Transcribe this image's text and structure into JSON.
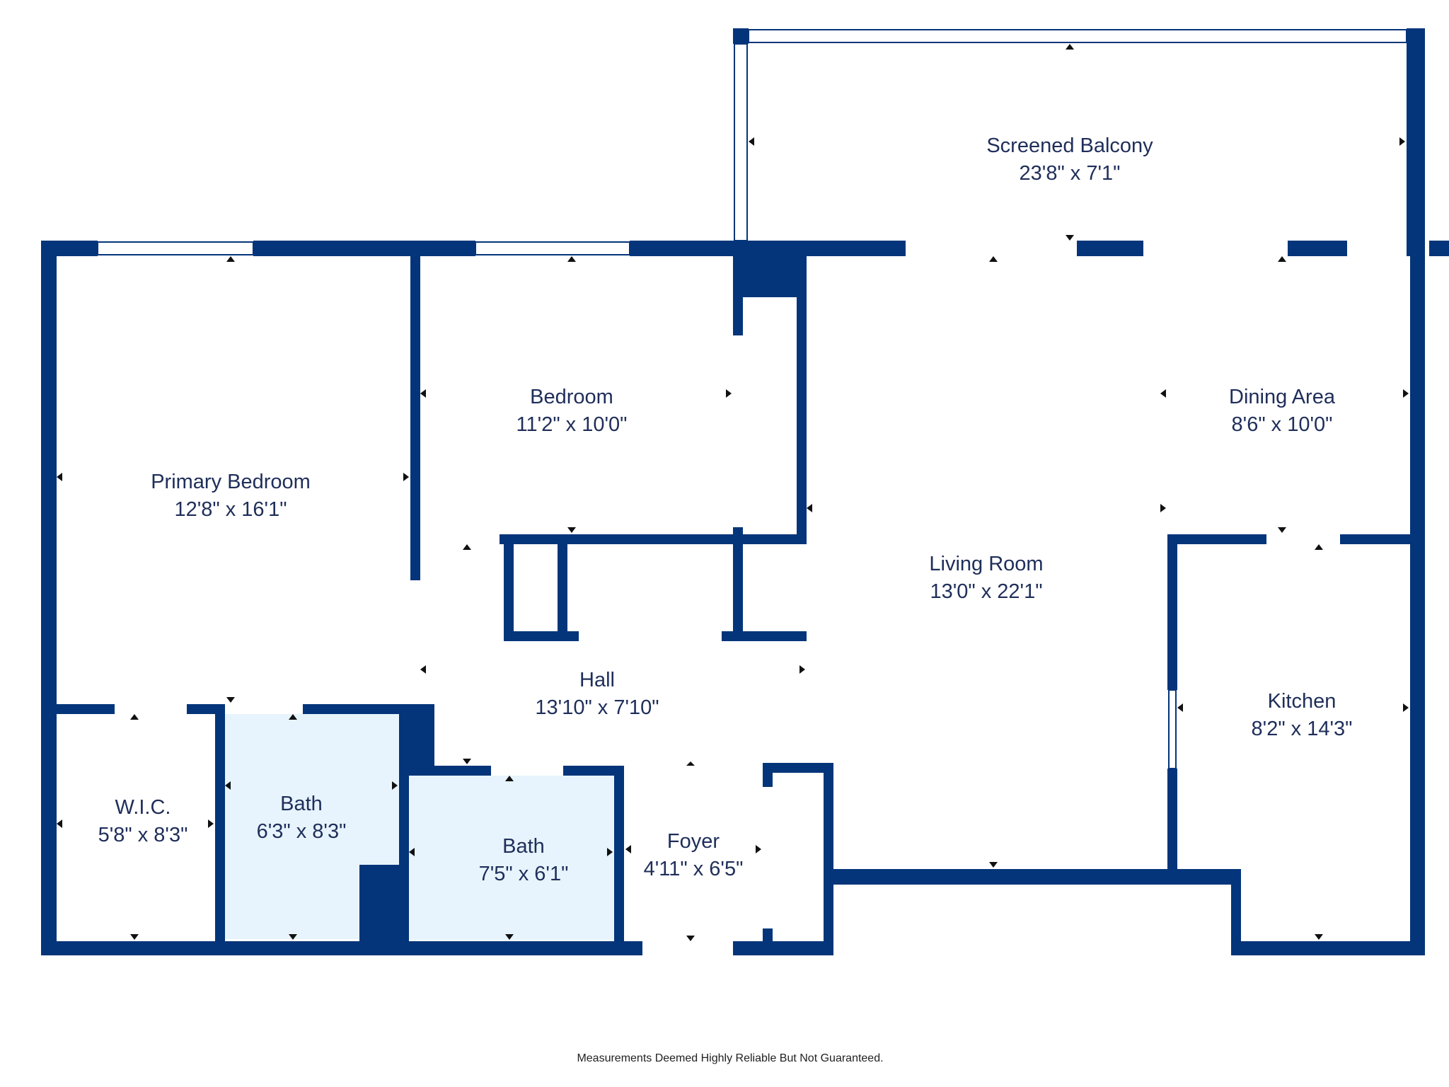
{
  "colors": {
    "wall": "#04357a",
    "bath_fill": "#e7f4fd",
    "background": "#ffffff",
    "text": "#1f2e5a"
  },
  "rooms": {
    "screened_balcony": {
      "name": "Screened Balcony",
      "dims": "23'8\" x 7'1\""
    },
    "primary_bedroom": {
      "name": "Primary Bedroom",
      "dims": "12'8\" x 16'1\""
    },
    "bedroom": {
      "name": "Bedroom",
      "dims": "11'2\" x 10'0\""
    },
    "dining_area": {
      "name": "Dining Area",
      "dims": "8'6\" x 10'0\""
    },
    "living_room": {
      "name": "Living Room",
      "dims": "13'0\" x 22'1\""
    },
    "hall": {
      "name": "Hall",
      "dims": "13'10\" x 7'10\""
    },
    "kitchen": {
      "name": "Kitchen",
      "dims": "8'2\" x 14'3\""
    },
    "wic": {
      "name": "W.I.C.",
      "dims": "5'8\" x 8'3\""
    },
    "bath_primary": {
      "name": "Bath",
      "dims": "6'3\" x 8'3\""
    },
    "bath_hall": {
      "name": "Bath",
      "dims": "7'5\" x 6'1\""
    },
    "foyer": {
      "name": "Foyer",
      "dims": "4'11\" x 6'5\""
    }
  },
  "disclaimer": "Measurements Deemed Highly Reliable But Not Guaranteed."
}
